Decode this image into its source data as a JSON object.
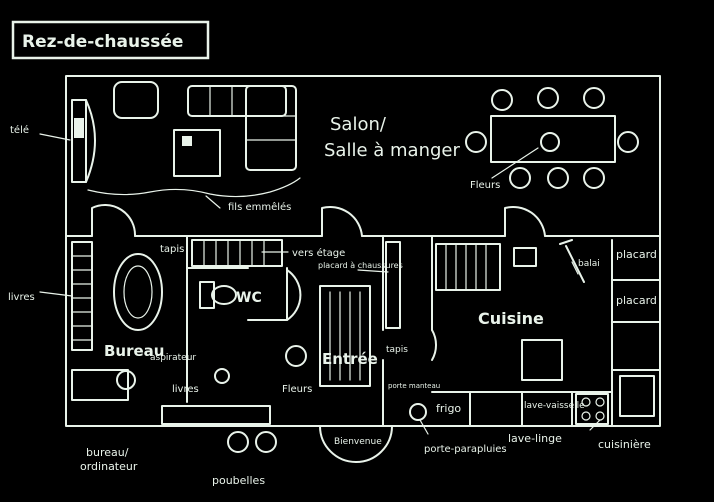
{
  "title": "Rez-de-chaussée",
  "colors": {
    "background": "#000000",
    "ink": "#e9f3ea"
  },
  "rooms": {
    "salon": "Salon/",
    "salle": "Salle à manger",
    "wc": "WC",
    "bureau": "Bureau",
    "entree": "Entrée",
    "cuisine": "Cuisine"
  },
  "labels": {
    "tele": "télé",
    "livres_left": "livres",
    "fils": "fils emmêlés",
    "fleurs_table": "Fleurs",
    "tapis_bureau": "tapis",
    "vers_etage": "vers étage",
    "placard_chaussures": "placard à chaussures",
    "aspirateur": "aspirateur",
    "livres_bottom": "livres",
    "fleurs_entree": "Fleurs",
    "tapis_entree": "tapis",
    "porte_manteau": "porte manteau",
    "balai": "balai",
    "placard1": "placard",
    "placard2": "placard",
    "frigo": "frigo",
    "lave_vaisselle": "lave-vaisselle",
    "bureau_ordinateur_1": "bureau/",
    "bureau_ordinateur_2": "ordinateur",
    "poubelles": "poubelles",
    "bienvenue": "Bienvenue",
    "porte_parapluies": "porte-parapluies",
    "lave_linge": "lave-linge",
    "cuisiniere": "cuisinière"
  },
  "icons": {
    "sofa": "sectional-sofa-icon",
    "armchair": "armchair-icon",
    "tv": "tv-icon",
    "table": "dining-table-icon",
    "chairs": "chair-icon",
    "toilet": "toilet-icon",
    "stove": "stove-icon"
  }
}
